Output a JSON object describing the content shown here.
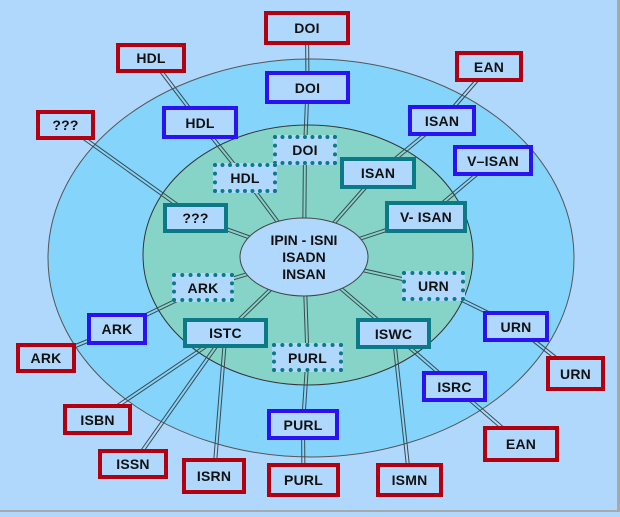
{
  "diagram": {
    "colors": {
      "background": "#b0d8fc",
      "outer_ring": "#84d4fb",
      "inner_ring": "#86d4c8",
      "core": "#b0d8fc",
      "outer_border": "#b30010",
      "middle_border": "#2a13f0",
      "inner_border": "#0b7a86"
    },
    "center": {
      "lines": [
        "IPIN - ISNI",
        "ISADN",
        "INSAN"
      ]
    },
    "inner_nodes": [
      {
        "id": "doi-inner",
        "label": "DOI",
        "style": "dotted"
      },
      {
        "id": "hdl-inner",
        "label": "HDL",
        "style": "dotted"
      },
      {
        "id": "unknown-inner",
        "label": "???",
        "style": "solid"
      },
      {
        "id": "isan-inner",
        "label": "ISAN",
        "style": "solid"
      },
      {
        "id": "visan-inner",
        "label": "V- ISAN",
        "style": "solid"
      },
      {
        "id": "ark-inner",
        "label": "ARK",
        "style": "dotted"
      },
      {
        "id": "urn-inner",
        "label": "URN",
        "style": "dotted"
      },
      {
        "id": "istc-inner",
        "label": "ISTC",
        "style": "solid"
      },
      {
        "id": "iswc-inner",
        "label": "ISWC",
        "style": "solid"
      },
      {
        "id": "purl-inner",
        "label": "PURL",
        "style": "dotted"
      }
    ],
    "middle_nodes": [
      {
        "id": "doi-mid",
        "label": "DOI"
      },
      {
        "id": "hdl-mid",
        "label": "HDL"
      },
      {
        "id": "isan-mid",
        "label": "ISAN"
      },
      {
        "id": "visan-mid",
        "label": "V–ISAN"
      },
      {
        "id": "ark-mid",
        "label": "ARK"
      },
      {
        "id": "urn-mid",
        "label": "URN"
      },
      {
        "id": "isrc-mid",
        "label": "ISRC"
      },
      {
        "id": "purl-mid",
        "label": "PURL"
      }
    ],
    "outer_nodes": [
      {
        "id": "doi-outer",
        "label": "DOI"
      },
      {
        "id": "hdl-outer",
        "label": "HDL"
      },
      {
        "id": "ean-outer-top",
        "label": "EAN"
      },
      {
        "id": "unknown-outer",
        "label": "???"
      },
      {
        "id": "ark-outer",
        "label": "ARK"
      },
      {
        "id": "urn-outer",
        "label": "URN"
      },
      {
        "id": "isbn-outer",
        "label": "ISBN"
      },
      {
        "id": "issn-outer",
        "label": "ISSN"
      },
      {
        "id": "isrn-outer",
        "label": "ISRN"
      },
      {
        "id": "purl-outer",
        "label": "PURL"
      },
      {
        "id": "ismn-outer",
        "label": "ISMN"
      },
      {
        "id": "ean-outer-bottom",
        "label": "EAN"
      }
    ],
    "links": [
      [
        "doi-outer",
        "doi-mid"
      ],
      [
        "doi-mid",
        "doi-inner"
      ],
      [
        "doi-inner",
        "center"
      ],
      [
        "hdl-outer",
        "hdl-mid"
      ],
      [
        "hdl-mid",
        "hdl-inner"
      ],
      [
        "hdl-inner",
        "center"
      ],
      [
        "unknown-outer",
        "unknown-inner"
      ],
      [
        "unknown-inner",
        "center"
      ],
      [
        "ean-outer-top",
        "isan-mid"
      ],
      [
        "isan-mid",
        "isan-inner"
      ],
      [
        "isan-inner",
        "center"
      ],
      [
        "visan-mid",
        "visan-inner"
      ],
      [
        "visan-inner",
        "center"
      ],
      [
        "ark-outer",
        "ark-mid"
      ],
      [
        "ark-mid",
        "ark-inner"
      ],
      [
        "ark-inner",
        "center"
      ],
      [
        "urn-outer",
        "urn-mid"
      ],
      [
        "urn-mid",
        "urn-inner"
      ],
      [
        "urn-inner",
        "center"
      ],
      [
        "istc-inner",
        "center"
      ],
      [
        "isbn-outer",
        "istc-inner"
      ],
      [
        "issn-outer",
        "istc-inner"
      ],
      [
        "isrn-outer",
        "istc-inner"
      ],
      [
        "iswc-inner",
        "center"
      ],
      [
        "isrc-mid",
        "iswc-inner"
      ],
      [
        "ismn-outer",
        "iswc-inner"
      ],
      [
        "ean-outer-bottom",
        "isrc-mid"
      ],
      [
        "purl-outer",
        "purl-mid"
      ],
      [
        "purl-mid",
        "purl-inner"
      ],
      [
        "purl-inner",
        "center"
      ]
    ]
  }
}
